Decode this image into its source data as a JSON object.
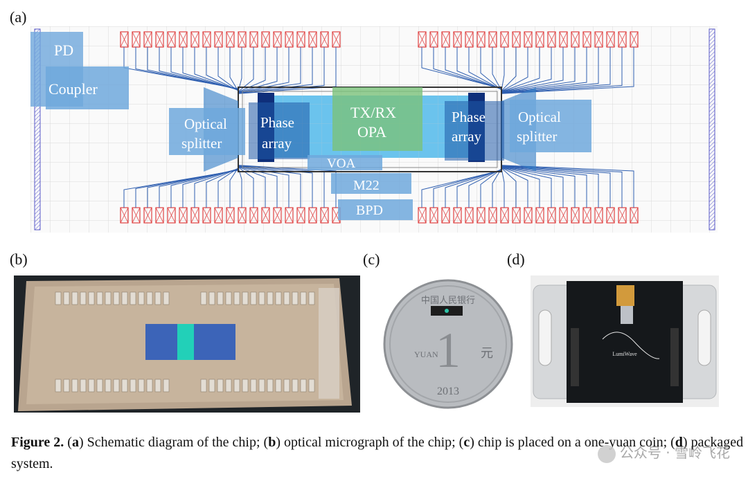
{
  "panels": {
    "a": {
      "label": "(a)",
      "blocks": {
        "pd": "PD",
        "coupler": "Coupler",
        "optical_splitter_left_1": "Optical",
        "optical_splitter_left_2": "splitter",
        "phase_array_left_1": "Phase",
        "phase_array_left_2": "array",
        "txrx_opa_1": "TX/RX",
        "txrx_opa_2": "OPA",
        "phase_array_right_1": "Phase",
        "phase_array_right_2": "array",
        "optical_splitter_right_1": "Optical",
        "optical_splitter_right_2": "splitter",
        "voa": "VOA",
        "m22": "M22",
        "bpd": "BPD"
      }
    },
    "b": {
      "label": "(b)"
    },
    "c": {
      "label": "(c)",
      "coin_texts": [
        "中国人民银行",
        "1",
        "YUAN",
        "元",
        "2013"
      ]
    },
    "d": {
      "label": "(d)",
      "board_text": "LumiWave"
    }
  },
  "caption": {
    "figure_label": "Figure 2.",
    "part_a_letter": "a",
    "part_a_text": ") Schematic diagram of the chip; (",
    "part_b_letter": "b",
    "part_b_text": ") optical micrograph of the chip; (",
    "part_c_letter": "c",
    "part_c_text": ") chip is placed on a one-yuan coin; (",
    "part_d_letter": "d",
    "part_d_text": ") packaged system.",
    "open_paren": "("
  },
  "watermark": {
    "text": "公众号 · 雪岭飞花"
  },
  "colors": {
    "pad_red": "#e04040",
    "grid": "#d8d8d8",
    "blue_block": "#6fa8dc",
    "green_block": "#7ac27a",
    "dark_blue": "#1f3c88"
  }
}
